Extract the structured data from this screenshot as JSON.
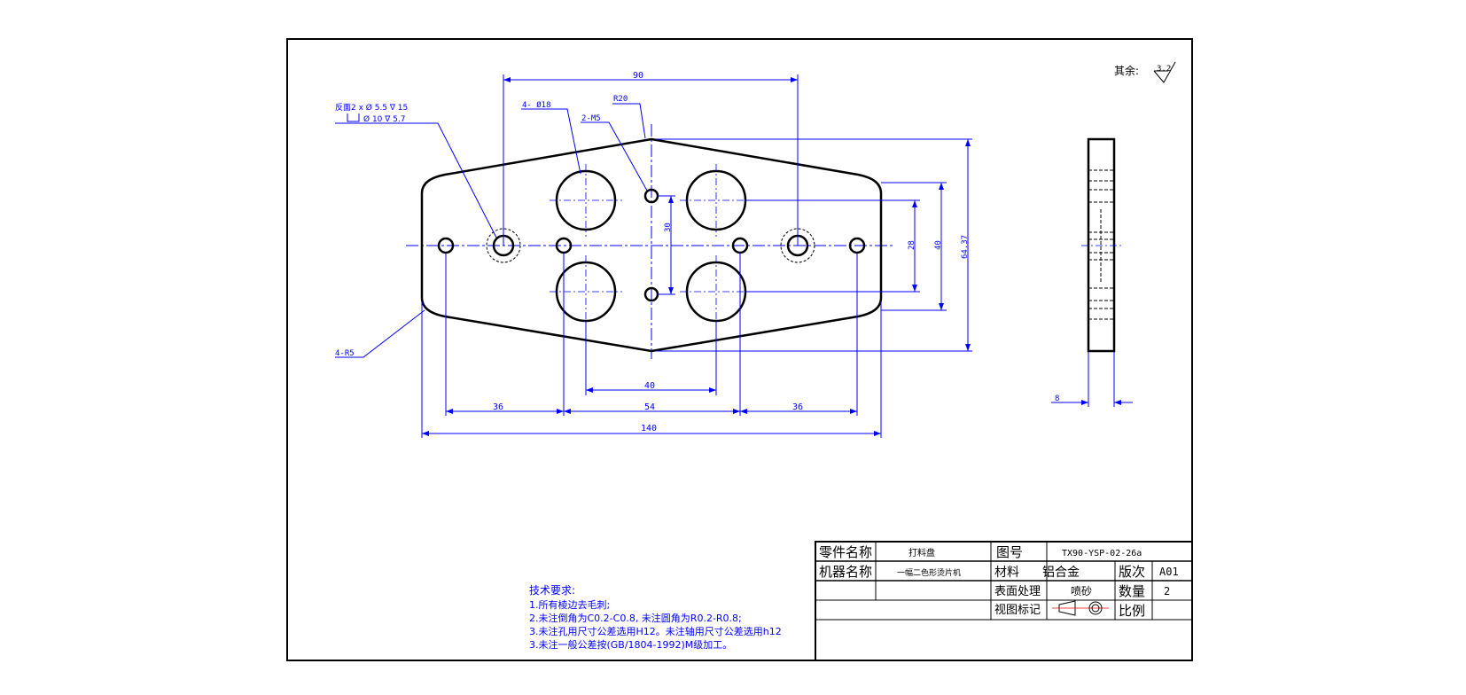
{
  "roughness": {
    "label": "其余:",
    "value": "3.2"
  },
  "dimensions": {
    "d90": "90",
    "r20": "R20",
    "holes_18": "4- Ø18",
    "m5": "2-M5",
    "back_line1": "反面2 x  Ø 5.5  ∇ 15",
    "back_line2": "Ø 10  ∇ 5.7",
    "d30": "30",
    "d28": "28",
    "d40_v": "40",
    "d64": "64.37",
    "r5": "4-R5",
    "d40_h": "40",
    "d36_left": "36",
    "d54": "54",
    "d36_right": "36",
    "d140": "140",
    "d8": "8"
  },
  "notes": {
    "title": "技术要求:",
    "items": [
      "1.所有棱边去毛刺;",
      "2.未注倒角为C0.2-C0.8, 未注圆角为R0.2-R0.8;",
      "3.未注孔用尺寸公差选用H12。未注轴用尺寸公差选用h12",
      "3.未注一般公差按(GB/1804-1992)M级加工。"
    ]
  },
  "title_block": {
    "part_name_label": "零件名称",
    "part_name": "打料盘",
    "drawing_no_label": "图号",
    "drawing_no": "TX90-YSP-02-26a",
    "machine_label": "机器名称",
    "machine": "一幅二色形烫片机",
    "material_label": "材料",
    "material": "铝合金",
    "version_label": "版次",
    "version": "A01",
    "surface_label": "表面处理",
    "surface": "喷砂",
    "qty_label": "数量",
    "qty": "2",
    "view_label": "视图标记",
    "scale_label": "比例"
  },
  "colors": {
    "geometry": "#000000",
    "dimension": "#0000ff"
  }
}
